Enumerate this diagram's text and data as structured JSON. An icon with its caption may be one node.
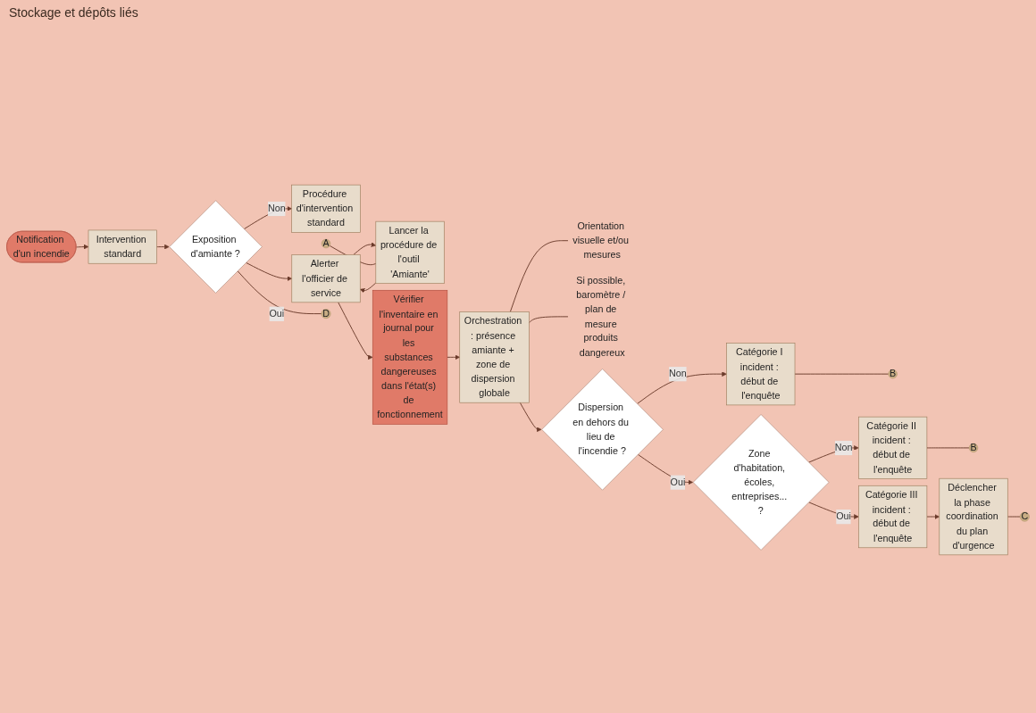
{
  "diagram": {
    "nodes": [
      {
        "text": [
          "Notification d'un incendie"
        ]
      },
      {
        "text": [
          "Intervention standard"
        ]
      },
      {
        "text": [
          "Exposition d'amiante ?"
        ]
      },
      {
        "text": [
          "Procédure d'intervention standard"
        ]
      },
      {
        "text": [
          "Alerter l'officier de service"
        ]
      },
      {
        "text": [
          "Lancer la procédure de l'outil 'Amiante'"
        ]
      },
      {
        "text": [
          "A"
        ]
      },
      {
        "text": [
          "Vérifier l'inventaire en journal pour les substances dangereuses dans l'état(s) de fonctionnement"
        ]
      },
      {
        "text": [
          "Orchestration : présence amiante + zone de dispersion globale"
        ]
      },
      {
        "text": [
          "Orientation visuelle et/ou mesures"
        ]
      },
      {
        "text": [
          "Si possible, baromètre / plan de mesure produits dangereux"
        ]
      },
      {
        "text": [
          "Dispersion en dehors du lieu de l'incendie ?"
        ]
      },
      {
        "text": [
          "Catégorie I incident : début de l'enquête"
        ]
      },
      {
        "text": [
          "B"
        ]
      },
      {
        "text": [
          "Zone d'habitation, écoles, entreprises... ?"
        ]
      },
      {
        "text": [
          "Catégorie II incident : début de l'enquête"
        ]
      },
      {
        "text": [
          "B"
        ]
      },
      {
        "text": [
          "Catégorie III incident : début de l'enquête"
        ]
      },
      {
        "text": [
          "Déclencher la phase coordination du plan d'urgence"
        ]
      },
      {
        "text": [
          "C"
        ]
      },
      {
        "text": [
          "D"
        ]
      }
    ],
    "edges": [
      {
        "from": 0,
        "to": 1,
        "arrow": "to"
      },
      {
        "from": 1,
        "to": 2,
        "arrow": "to"
      },
      {
        "from": 2,
        "to": 3,
        "label": "Non",
        "arrow": "to"
      },
      {
        "from": 2,
        "to": 20,
        "label": "Oui",
        "arrow": "none"
      },
      {
        "from": 2,
        "to": 4,
        "arrow": "to"
      },
      {
        "from": 4,
        "to": 5,
        "arrow": "to"
      },
      {
        "from": 5,
        "to": 4,
        "arrow": "to"
      },
      {
        "from": 6,
        "to": 5,
        "arrow": "none"
      },
      {
        "from": 4,
        "to": 7,
        "arrow": "to"
      },
      {
        "from": 7,
        "to": 8,
        "arrow": "to"
      },
      {
        "from": 8,
        "to": 9,
        "arrow": "none"
      },
      {
        "from": 8,
        "to": 10,
        "arrow": "none"
      },
      {
        "from": 8,
        "to": 11,
        "arrow": "to"
      },
      {
        "from": 11,
        "to": 12,
        "label": "Non",
        "arrow": "to"
      },
      {
        "from": 12,
        "to": 13,
        "arrow": "none"
      },
      {
        "from": 11,
        "to": 14,
        "label": "Oui",
        "arrow": "to"
      },
      {
        "from": 14,
        "to": 15,
        "label": "Non",
        "arrow": "to"
      },
      {
        "from": 15,
        "to": 16,
        "arrow": "none"
      },
      {
        "from": 14,
        "to": 17,
        "label": "Oui",
        "arrow": "to"
      },
      {
        "from": 17,
        "to": 18,
        "arrow": "to"
      },
      {
        "from": 18,
        "to": 19,
        "arrow": "none"
      }
    ],
    "labels": [
      "Stockage et dépôts liés"
    ]
  }
}
